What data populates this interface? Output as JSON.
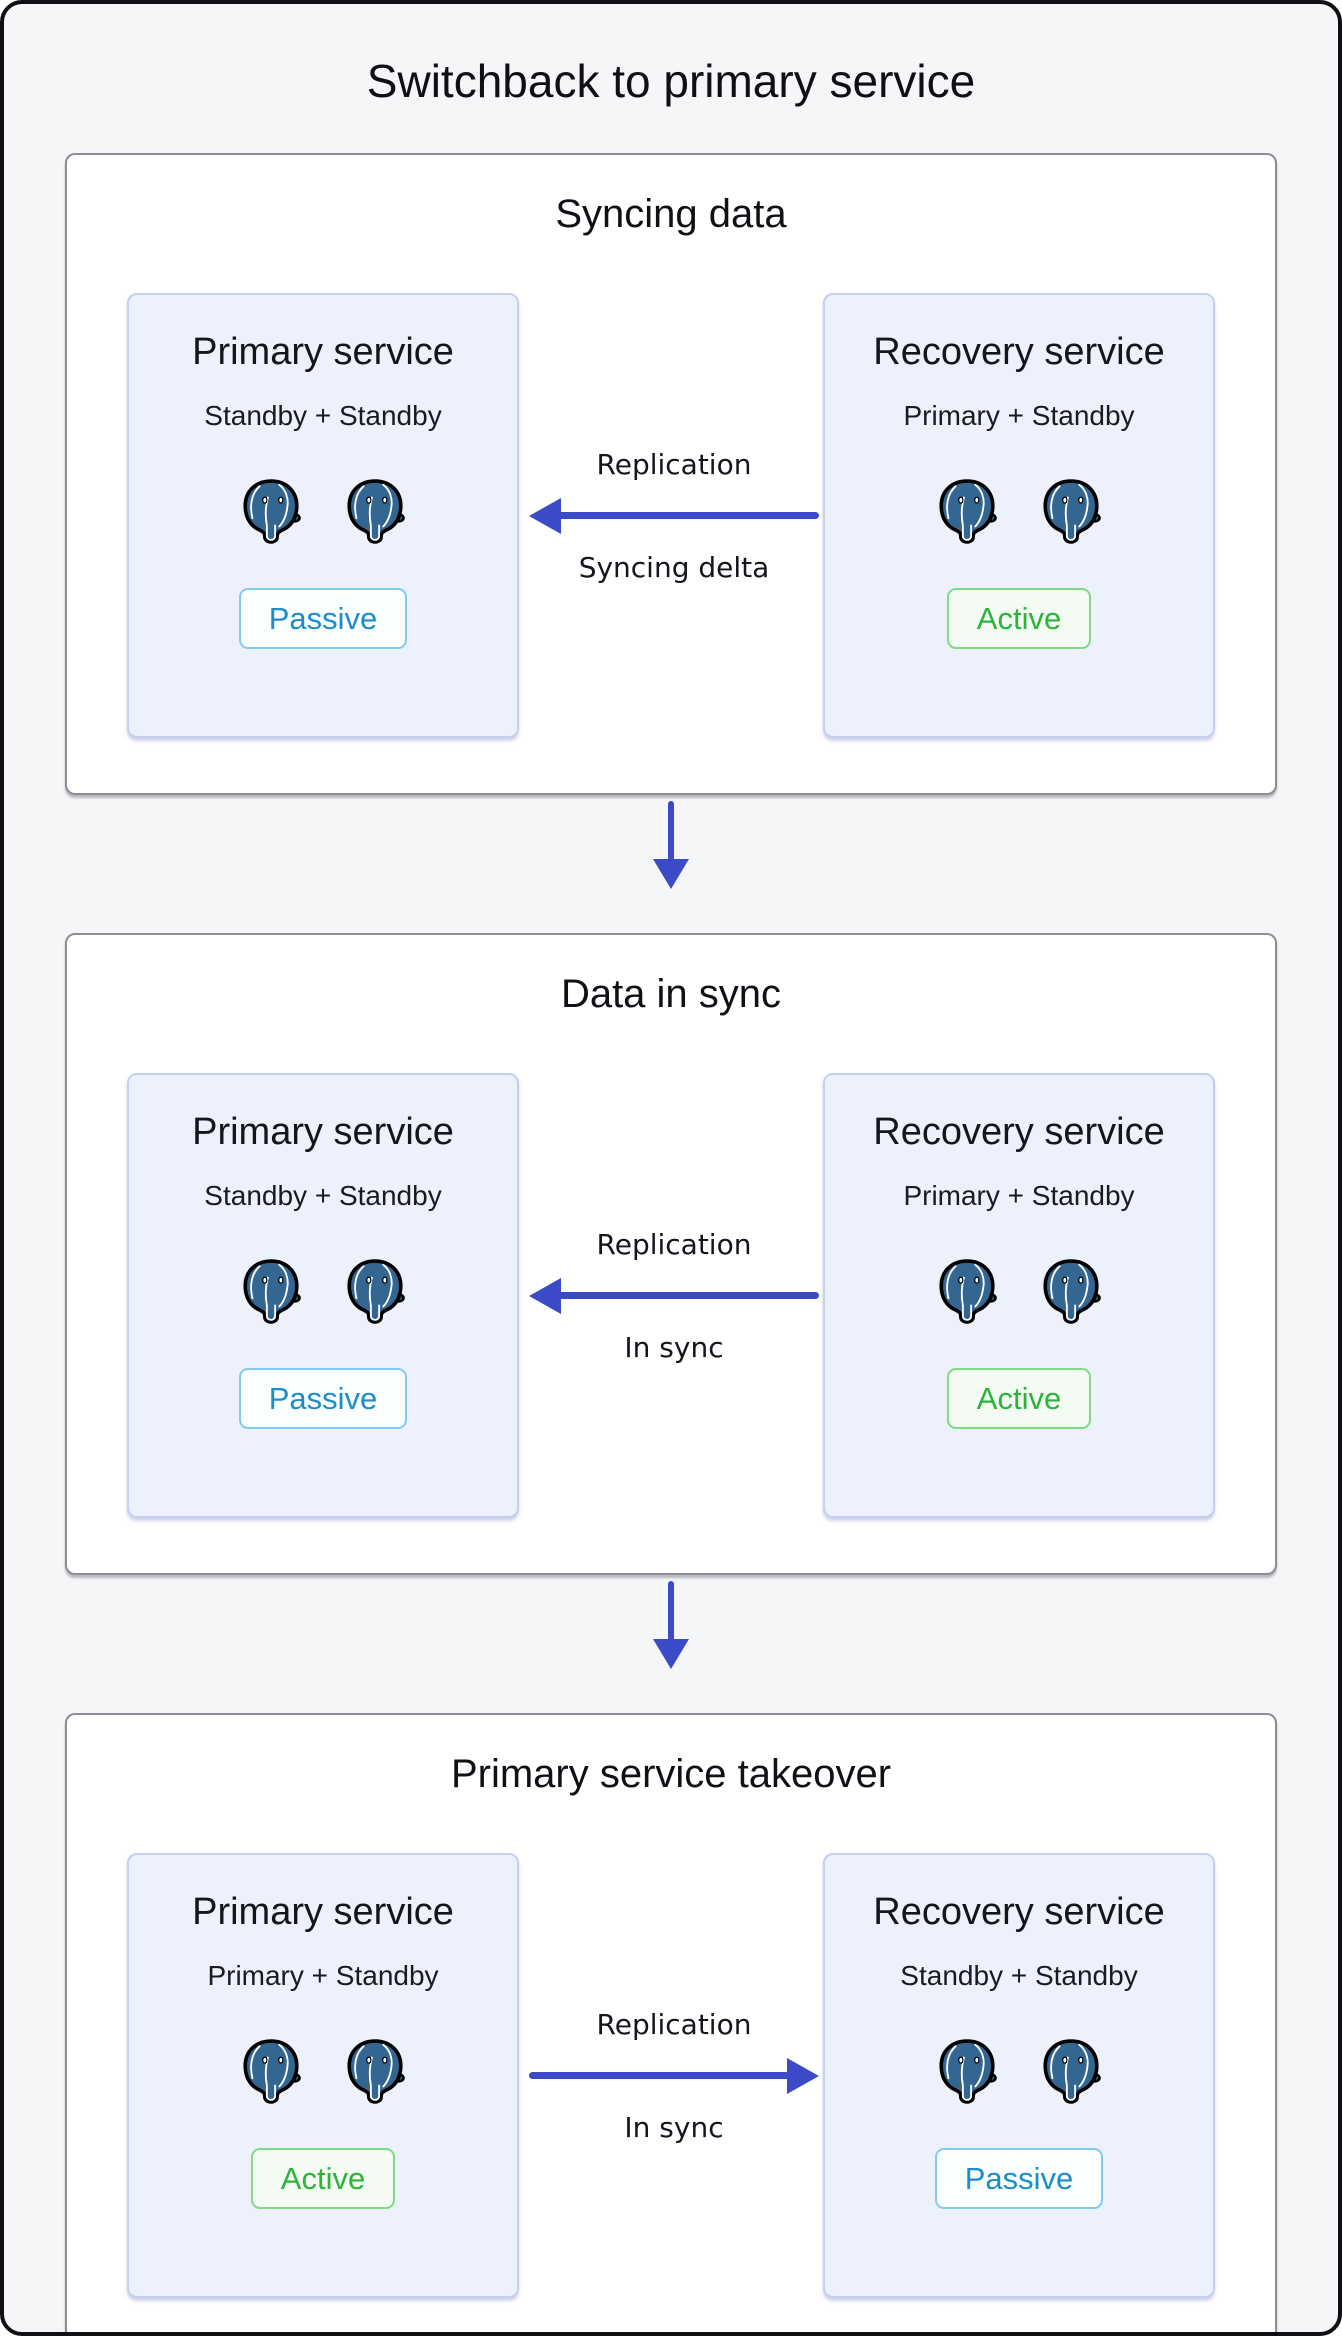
{
  "page": {
    "title": "Switchback to primary service"
  },
  "colors": {
    "arrow_blue": "#3B4AC6",
    "active_green": "#2DB33C",
    "passive_blue": "#1C8DC9",
    "elephant_blue": "#336791",
    "card_background": "#EDF1FB",
    "page_background": "#F5F6F8"
  },
  "sections": [
    {
      "title": "Syncing data",
      "left_card": {
        "title": "Primary service",
        "subtitle": "Standby + Standby",
        "badge": "Passive",
        "icon": "postgresql-elephant-icon",
        "icon_count": 2
      },
      "arrow": {
        "direction": "left",
        "top_label": "Replication",
        "bottom_label": "Syncing delta"
      },
      "right_card": {
        "title": "Recovery service",
        "subtitle": "Primary + Standby",
        "badge": "Active",
        "icon": "postgresql-elephant-icon",
        "icon_count": 2
      }
    },
    {
      "title": "Data in sync",
      "left_card": {
        "title": "Primary service",
        "subtitle": "Standby + Standby",
        "badge": "Passive",
        "icon": "postgresql-elephant-icon",
        "icon_count": 2
      },
      "arrow": {
        "direction": "left",
        "top_label": "Replication",
        "bottom_label": "In sync"
      },
      "right_card": {
        "title": "Recovery service",
        "subtitle": "Primary + Standby",
        "badge": "Active",
        "icon": "postgresql-elephant-icon",
        "icon_count": 2
      }
    },
    {
      "title": "Primary service takeover",
      "left_card": {
        "title": "Primary service",
        "subtitle": "Primary + Standby",
        "badge": "Active",
        "icon": "postgresql-elephant-icon",
        "icon_count": 2
      },
      "arrow": {
        "direction": "right",
        "top_label": "Replication",
        "bottom_label": "In sync"
      },
      "right_card": {
        "title": "Recovery service",
        "subtitle": "Standby + Standby",
        "badge": "Passive",
        "icon": "postgresql-elephant-icon",
        "icon_count": 2
      }
    }
  ]
}
